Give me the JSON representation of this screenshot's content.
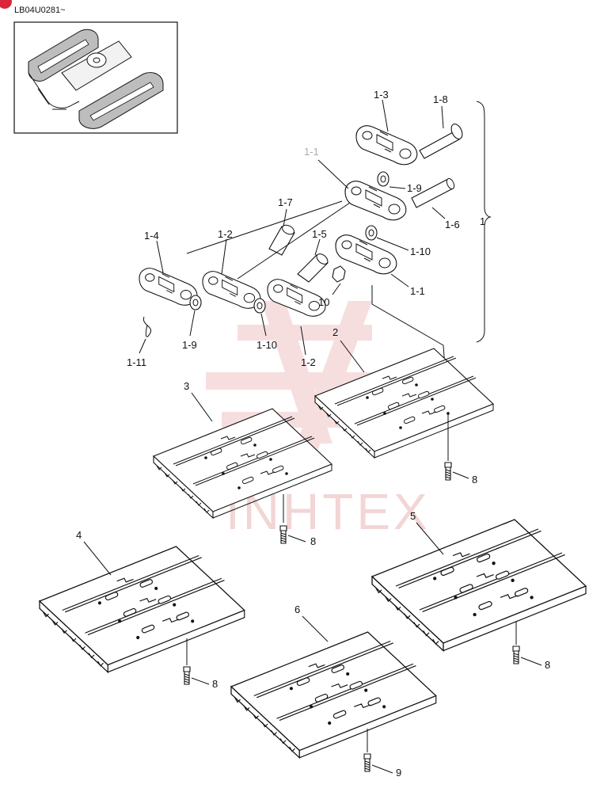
{
  "header": {
    "drawing_code": "LB04U0281~"
  },
  "watermark": {
    "text": "INHTEX",
    "color": "#f2c4c4"
  },
  "badge_color": "#d9263a",
  "labels": {
    "l_1_3": "1-3",
    "l_1_8": "1-8",
    "l_1_1_top": "1-1",
    "l_1_9_top": "1-9",
    "l_1_6": "1-6",
    "l_1": "1",
    "l_1_7": "1-7",
    "l_1_4": "1-4",
    "l_1_2_left": "1-2",
    "l_1_5": "1-5",
    "l_1_10_right": "1-10",
    "l_1_1": "1-1",
    "l_10": "10",
    "l_1_9_left": "1-9",
    "l_1_10_left": "1-10",
    "l_1_2_right": "1-2",
    "l_1_11": "1-11",
    "l_2": "2",
    "l_3": "3",
    "l_8_a": "8",
    "l_8_b": "8",
    "l_4": "4",
    "l_5": "5",
    "l_6": "6",
    "l_8_c": "8",
    "l_8_d": "8",
    "l_9": "9"
  }
}
